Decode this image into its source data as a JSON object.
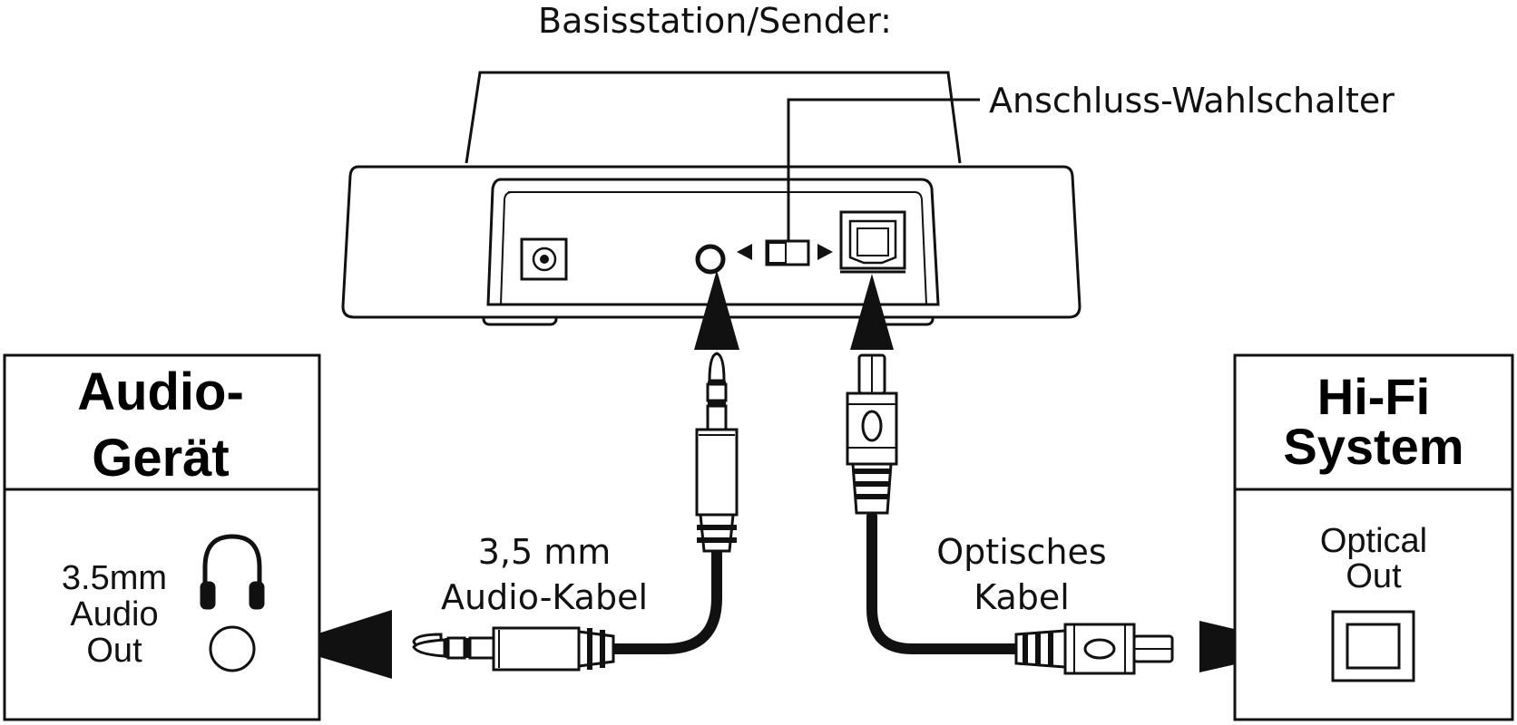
{
  "header": {
    "base_station_title": "Basisstation/Sender:"
  },
  "callouts": {
    "switch_label": "Anschluss-Wahlschalter"
  },
  "cables": {
    "audio": {
      "line1": "3,5 mm",
      "line2": "Audio-Kabel"
    },
    "optical": {
      "line1": "Optisches",
      "line2": "Kabel"
    }
  },
  "left_device": {
    "title_line1": "Audio-",
    "title_line2": "Gerät",
    "port_line1": "3.5mm",
    "port_line2": "Audio",
    "port_line3": "Out",
    "icon": "headphones-icon"
  },
  "right_device": {
    "title_line1": "Hi-Fi",
    "title_line2": "System",
    "port_line1": "Optical",
    "port_line2": "Out"
  },
  "colors": {
    "ink": "#111111",
    "fill_dark": "#1a1a1a",
    "paper": "#ffffff"
  }
}
